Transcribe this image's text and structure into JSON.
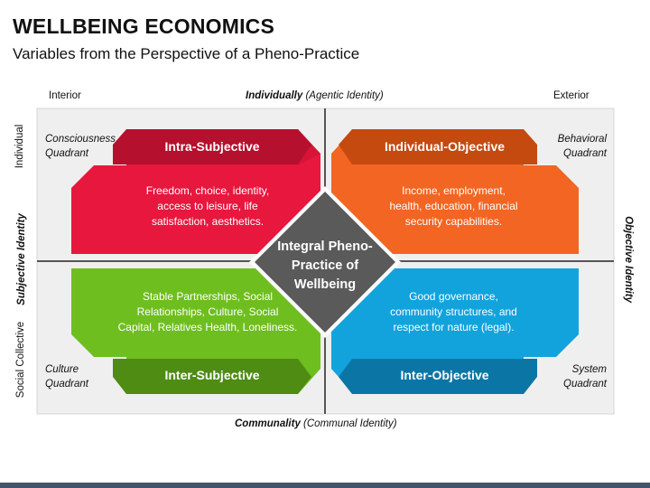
{
  "header": {
    "title": "WELLBEING ECONOMICS",
    "subtitle": "Variables from the Perspective of a Pheno-Practice"
  },
  "axes": {
    "top_left": "Interior",
    "top_right": "Exterior",
    "top_center_bold": "Individually",
    "top_center_rest": " (Agentic Identity)",
    "bottom_center_bold": "Communality",
    "bottom_center_rest": " (Communal Identity)",
    "left_top": "Individual",
    "left_middle": "Subjective Identity",
    "left_bottom": "Social Collective",
    "right_middle": "Objective Identity"
  },
  "quadrant_labels": {
    "top_left": [
      "Consciousness",
      "Quadrant"
    ],
    "top_right": [
      "Behavioral",
      "Quadrant"
    ],
    "bottom_left": [
      "Culture",
      "Quadrant"
    ],
    "bottom_right": [
      "System",
      "Quadrant"
    ]
  },
  "boxes": {
    "top_left": {
      "title": "Intra-Subjective",
      "lines": [
        "Freedom, choice, identity,",
        "access to leisure, life",
        "satisfaction, aesthetics."
      ]
    },
    "top_right": {
      "title": "Individual-Objective",
      "lines": [
        "Income, employment,",
        "health, education, financial",
        "security capabilities."
      ]
    },
    "bottom_left": {
      "title": "Inter-Subjective",
      "lines": [
        "Stable Partnerships, Social",
        "Relationships, Culture, Social",
        "Capital, Relatives Health, Loneliness."
      ]
    },
    "bottom_right": {
      "title": "Inter-Objective",
      "lines": [
        "Good governance,",
        "community structures, and",
        "respect for nature (legal)."
      ]
    }
  },
  "center": {
    "lines": [
      "Integral Pheno-",
      "Practice of",
      "Wellbeing"
    ]
  },
  "colors": {
    "red": "#e8173d",
    "red_dark": "#b5102d",
    "orange": "#f26522",
    "orange_dark": "#c44a10",
    "green": "#6fbe20",
    "green_dark": "#4e8c14",
    "blue": "#12a3dc",
    "blue_dark": "#0b76a6",
    "diamond": "#5a5a5a",
    "panel_bg": "#efefef",
    "axis": "#555555"
  }
}
